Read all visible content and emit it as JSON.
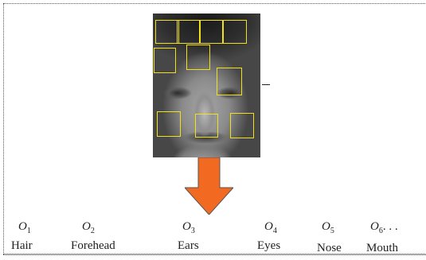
{
  "diagram": {
    "symbols": [
      {
        "letter": "O",
        "index": "1"
      },
      {
        "letter": "O",
        "index": "2"
      },
      {
        "letter": "O",
        "index": "3"
      },
      {
        "letter": "O",
        "index": "4"
      },
      {
        "letter": "O",
        "index": "5"
      },
      {
        "letter": "O",
        "index": "6",
        "suffix": ". . ."
      }
    ],
    "parts": [
      "Hair",
      "Forehead",
      "Ears",
      "Eyes",
      "Nose",
      "Mouth"
    ],
    "colors": {
      "region_box": "#f2e11a",
      "arrow": "#f26a22",
      "arrow_outline": "#555555"
    }
  }
}
